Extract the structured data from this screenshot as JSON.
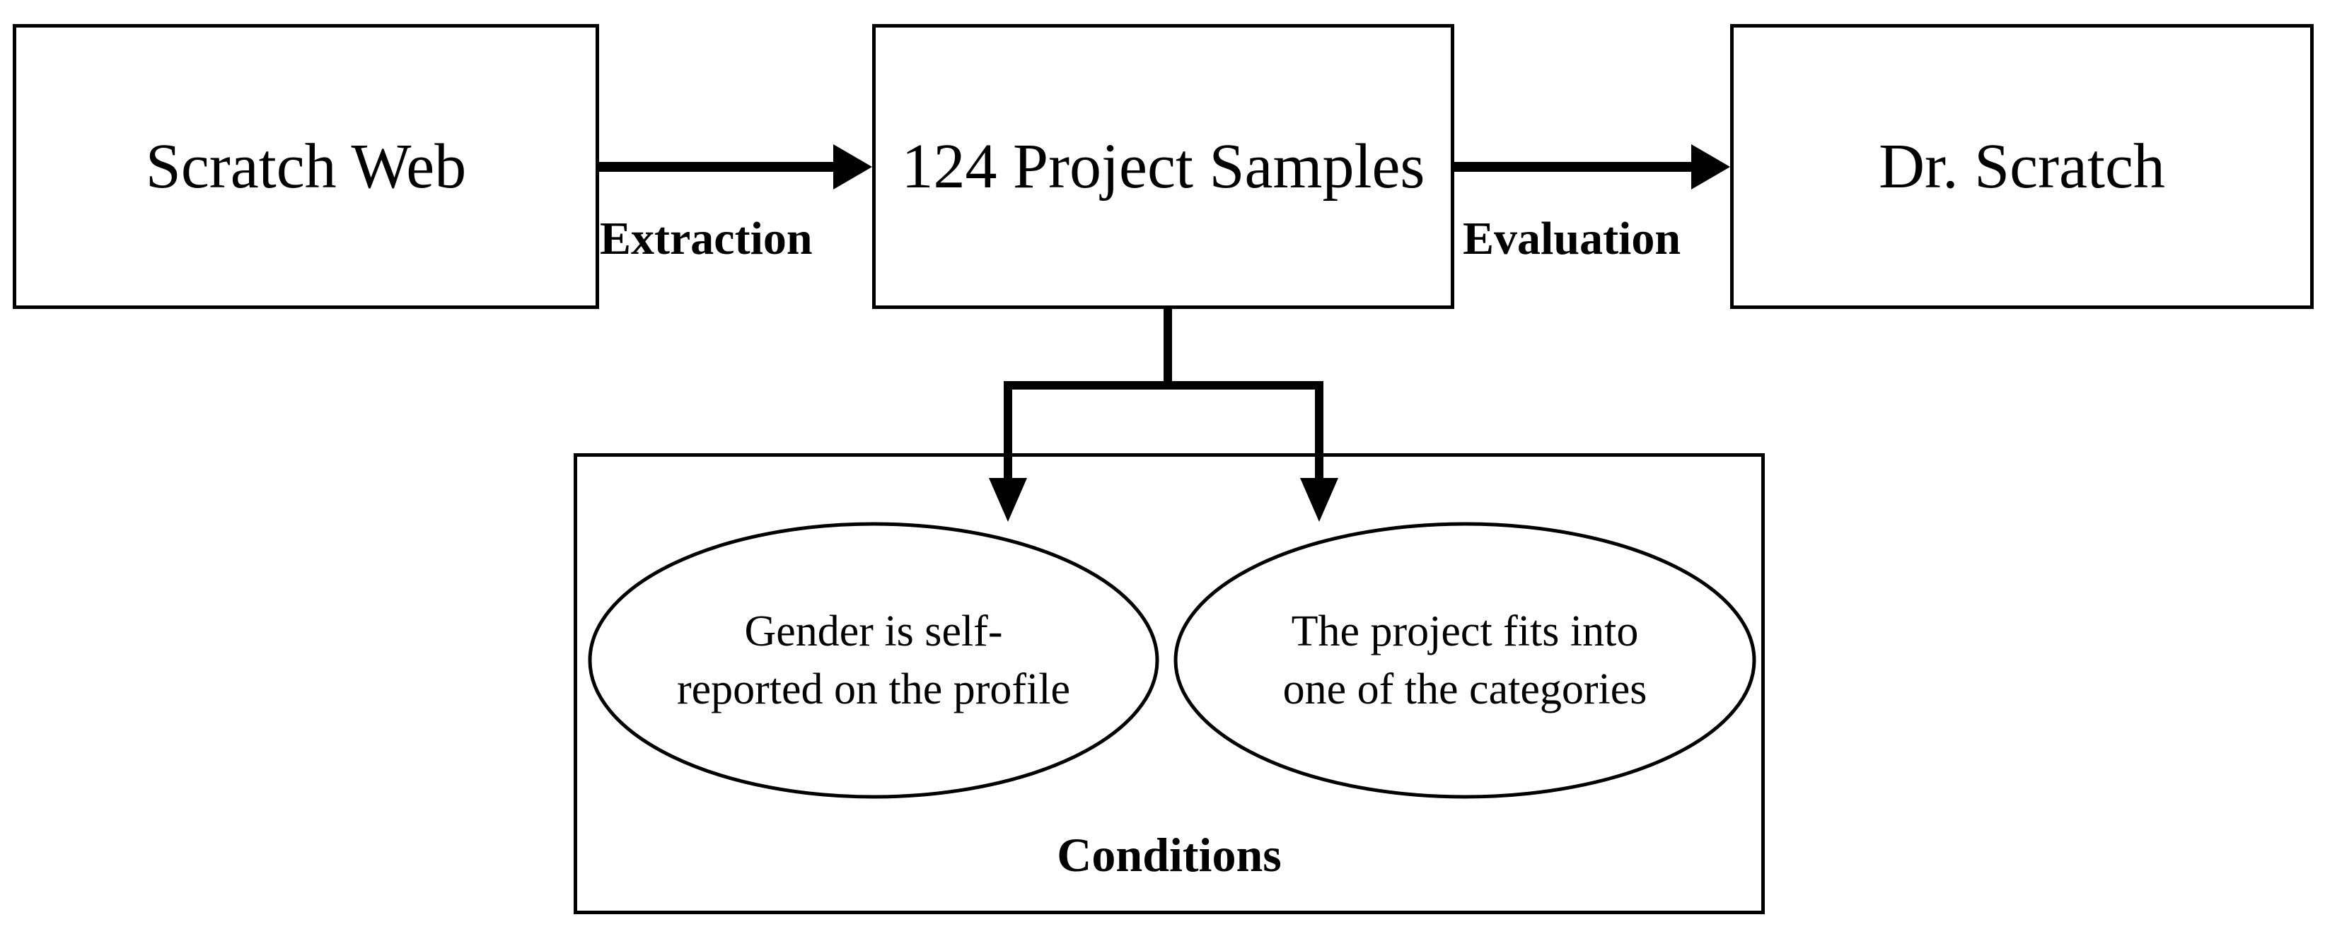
{
  "nodes": {
    "scratch_web": "Scratch Web",
    "project_samples": "124 Project Samples",
    "dr_scratch": "Dr. Scratch"
  },
  "edges": {
    "extraction": "Extraction",
    "evaluation": "Evaluation"
  },
  "conditions": {
    "title": "Conditions",
    "condition_1": [
      "Gender is self-",
      "reported on the profile"
    ],
    "condition_2": [
      "The project fits into",
      "one of the categories"
    ]
  }
}
